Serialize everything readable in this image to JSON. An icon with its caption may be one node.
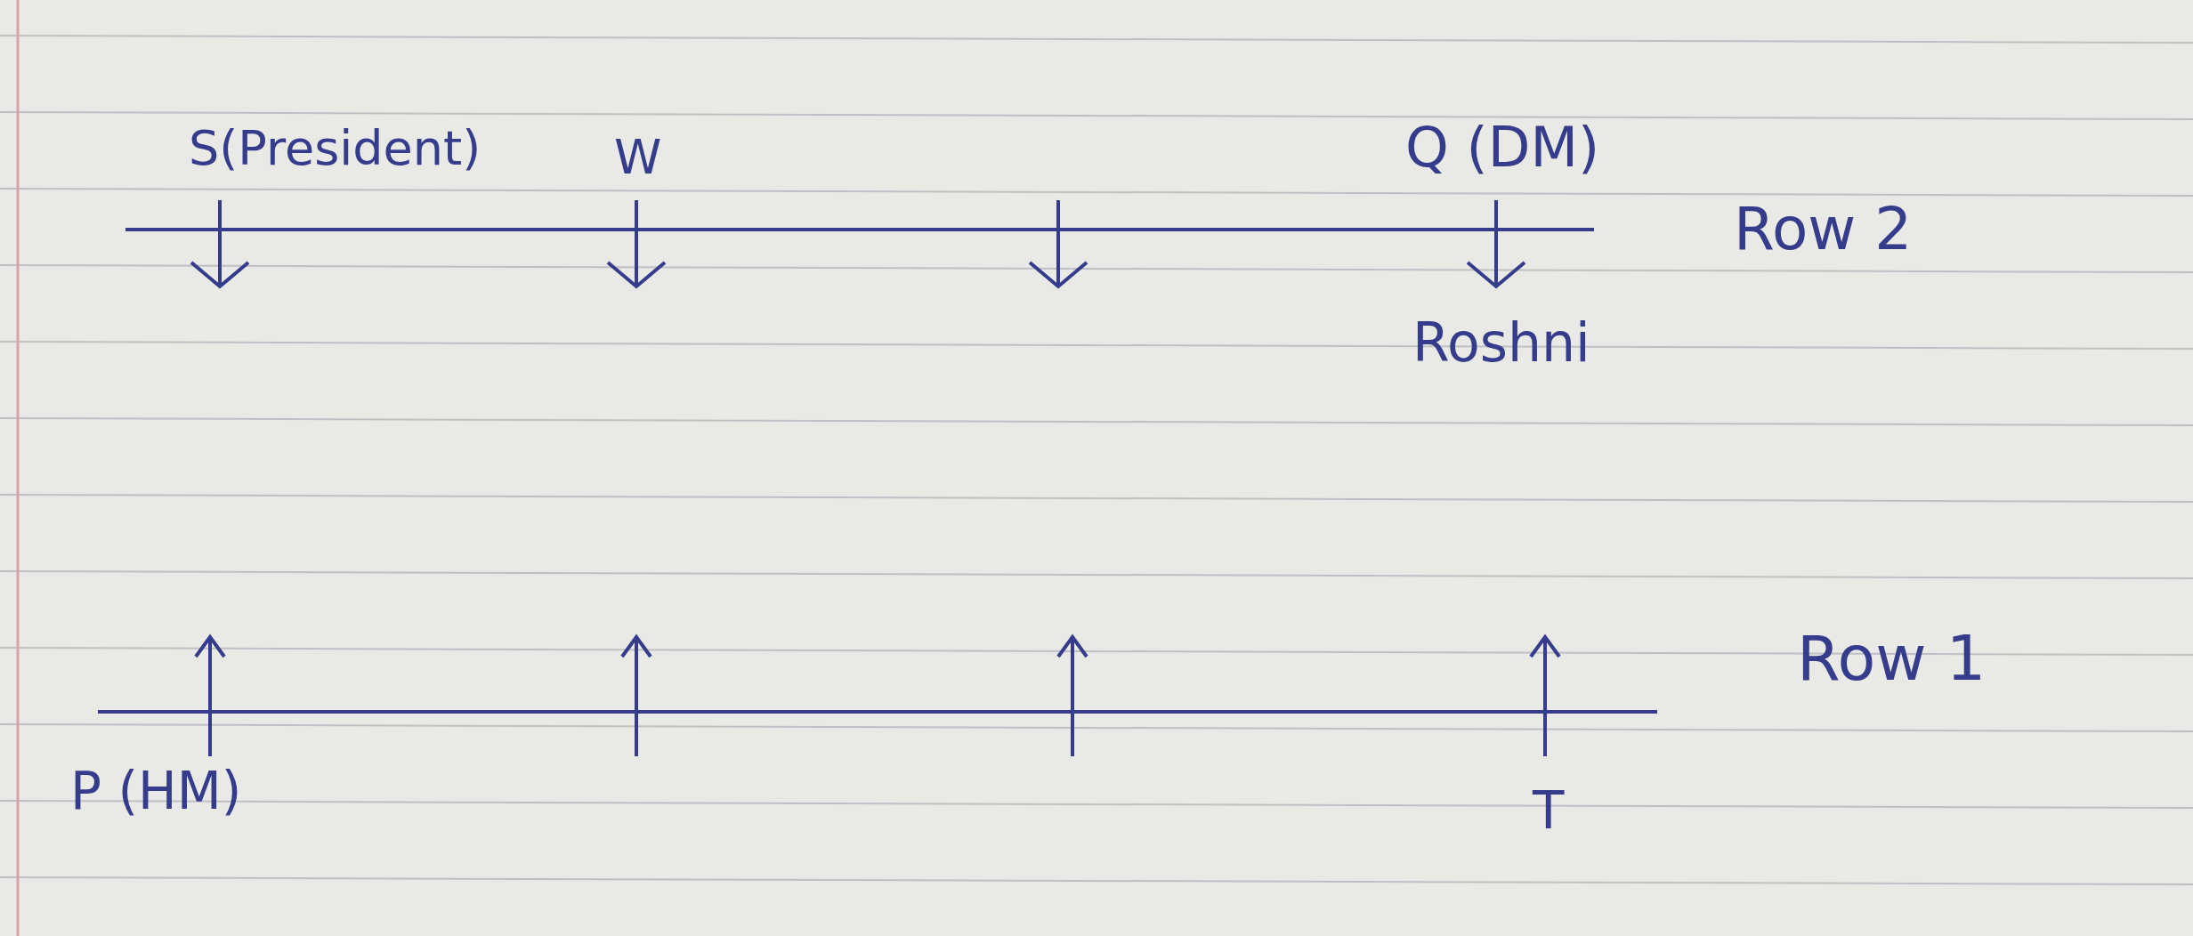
{
  "diagram": {
    "labels": [
      "S(President)",
      "W",
      "Q (DM)",
      "Row 2",
      "Roshni",
      "Row 1",
      "P (HM)",
      "T"
    ]
  }
}
